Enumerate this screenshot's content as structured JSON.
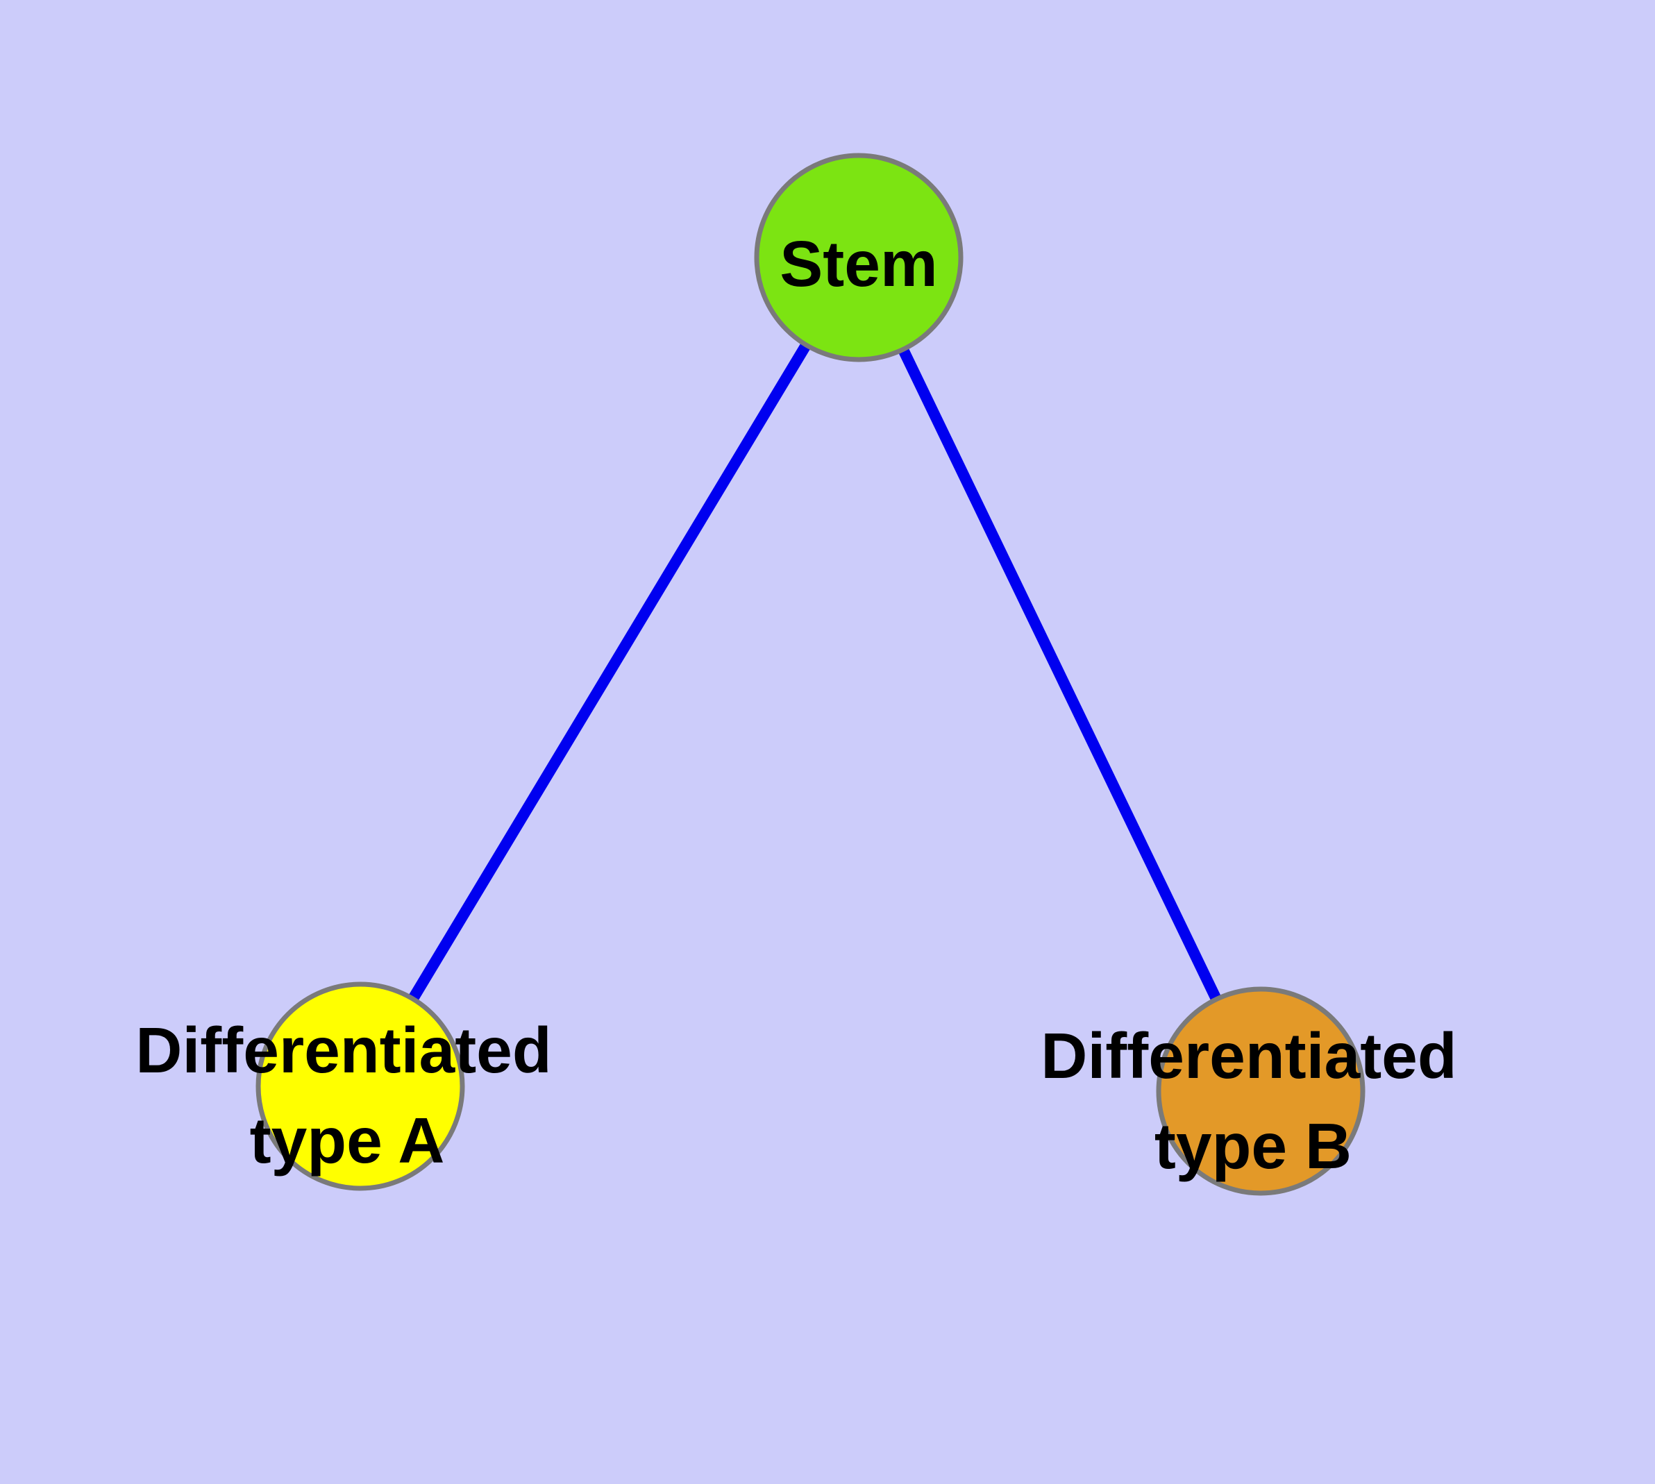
{
  "diagram": {
    "type": "graph",
    "description": "Tree diagram of stem cell differentiation: a Stem node linked by two edges to two differentiated cell-type nodes",
    "colors": {
      "background": "#CCCCFA",
      "edge": "#0000F0",
      "node_border": "#7A7A7A",
      "label": "#000000"
    },
    "nodes": [
      {
        "id": "stem",
        "label": "Stem",
        "lines": [
          "Stem"
        ],
        "fill": "#7CE412"
      },
      {
        "id": "differentiated-type-a",
        "label": "Differentiated type A",
        "lines": [
          "Differentiated",
          "type A"
        ],
        "fill": "#FFFF00"
      },
      {
        "id": "differentiated-type-b",
        "label": "Differentiated type B",
        "lines": [
          "Differentiated",
          "type B"
        ],
        "fill": "#E39928"
      }
    ],
    "edges": [
      {
        "from": "stem",
        "to": "differentiated-type-a"
      },
      {
        "from": "stem",
        "to": "differentiated-type-b"
      }
    ]
  }
}
